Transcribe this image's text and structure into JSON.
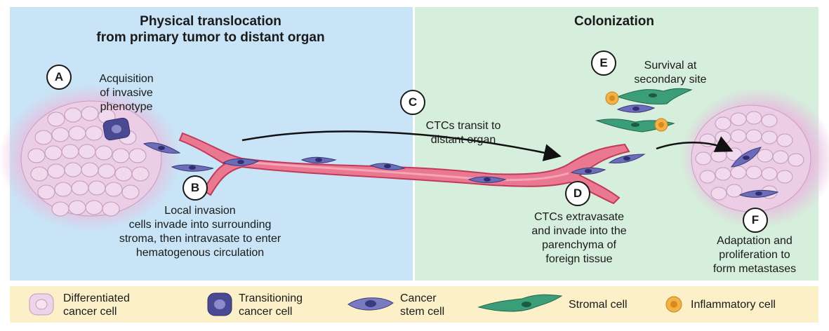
{
  "panels": {
    "left_title_line1": "Physical translocation",
    "left_title_line2": "from primary tumor to distant organ",
    "right_title": "Colonization"
  },
  "steps": {
    "a": {
      "badge": "A",
      "lines": [
        "Acquisition",
        "of invasive",
        "phenotype"
      ]
    },
    "b": {
      "badge": "B",
      "lines": [
        "Local invasion",
        "cells invade into surrounding",
        "stroma, then intravasate to enter",
        "hematogenous circulation"
      ]
    },
    "c": {
      "badge": "C",
      "lines": [
        "CTCs transit to",
        "distant organ"
      ]
    },
    "d": {
      "badge": "D",
      "lines": [
        "CTCs extravasate",
        "and invade into the",
        "parenchyma of",
        "foreign tissue"
      ]
    },
    "e": {
      "badge": "E",
      "lines": [
        "Survival at",
        "secondary site"
      ]
    },
    "f": {
      "badge": "F",
      "lines": [
        "Adaptation and",
        "proliferation to",
        "form metastases"
      ]
    }
  },
  "legend": {
    "differentiated": [
      "Differentiated",
      "cancer cell"
    ],
    "transitioning": [
      "Transitioning",
      "cancer cell"
    ],
    "stem": [
      "Cancer",
      "stem cell"
    ],
    "stromal": "Stromal cell",
    "inflammatory": "Inflammatory cell"
  },
  "colors": {
    "left_panel": "#c8e4f6",
    "right_panel": "#d6eedc",
    "vessel": "#e8708a",
    "vessel_edge": "#c23a5a",
    "differentiated_cell": "#eed4ea",
    "transitioning_cell": "#55559a",
    "stem_cell": "#7a7ac0",
    "stromal_cell": "#3c9e78",
    "inflammatory_cell": "#f3b14a",
    "legend_bg": "#fbf0c8"
  }
}
